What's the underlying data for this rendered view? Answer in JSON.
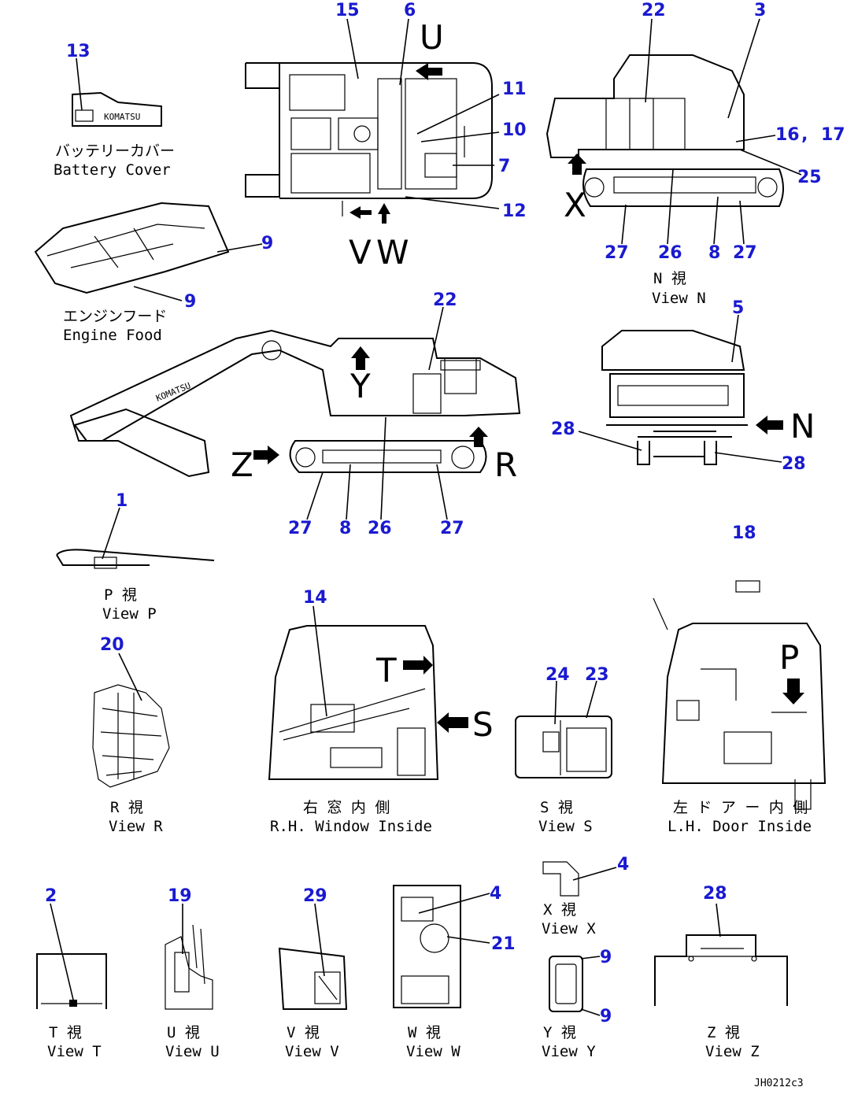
{
  "callouts": [
    "13",
    "15",
    "6",
    "11",
    "10",
    "7",
    "12",
    "22",
    "3",
    "16",
    "17",
    "25",
    "27",
    "26",
    "8",
    "27",
    "9",
    "9",
    "22",
    "5",
    "28",
    "28",
    "27",
    "8",
    "26",
    "27",
    "1",
    "18",
    "14",
    "20",
    "24",
    "23",
    "4",
    "2",
    "19",
    "29",
    "4",
    "21",
    "9",
    "9",
    "28"
  ],
  "view_letters": [
    "U",
    "V",
    "W",
    "X",
    "N",
    "Y",
    "Z",
    "R",
    "T",
    "S",
    "P"
  ],
  "captions": {
    "battery_cover_jp": "バッテリーカバー",
    "battery_cover_en": "Battery Cover",
    "engine_hood_jp": "エンジンフード",
    "engine_hood_en": "Engine Food",
    "view_n_jp": "N 視",
    "view_n_en": "View N",
    "view_p_jp": "P 視",
    "view_p_en": "View P",
    "view_r_jp": "R 視",
    "view_r_en": "View R",
    "rh_window_jp": "右 窓 内 側",
    "rh_window_en": "R.H. Window Inside",
    "view_s_jp": "S 視",
    "view_s_en": "View S",
    "lh_door_jp": "左 ド ア ー 内 側",
    "lh_door_en": "L.H. Door Inside",
    "view_x_jp": "X 視",
    "view_x_en": "View X",
    "view_t_jp": "T 視",
    "view_t_en": "View T",
    "view_u_jp": "U 視",
    "view_u_en": "View U",
    "view_v_jp": "V 視",
    "view_v_en": "View V",
    "view_w_jp": "W 視",
    "view_w_en": "View W",
    "view_y_jp": "Y 視",
    "view_y_en": "View Y",
    "view_z_jp": "Z 視",
    "view_z_en": "View Z"
  },
  "label_texts": {
    "komatsu_small": "KOMATSU",
    "comma": ","
  },
  "drawing_number": "JH0212c3",
  "colors": {
    "callout": "#1a1ad0",
    "line": "#000000",
    "background": "#ffffff"
  }
}
